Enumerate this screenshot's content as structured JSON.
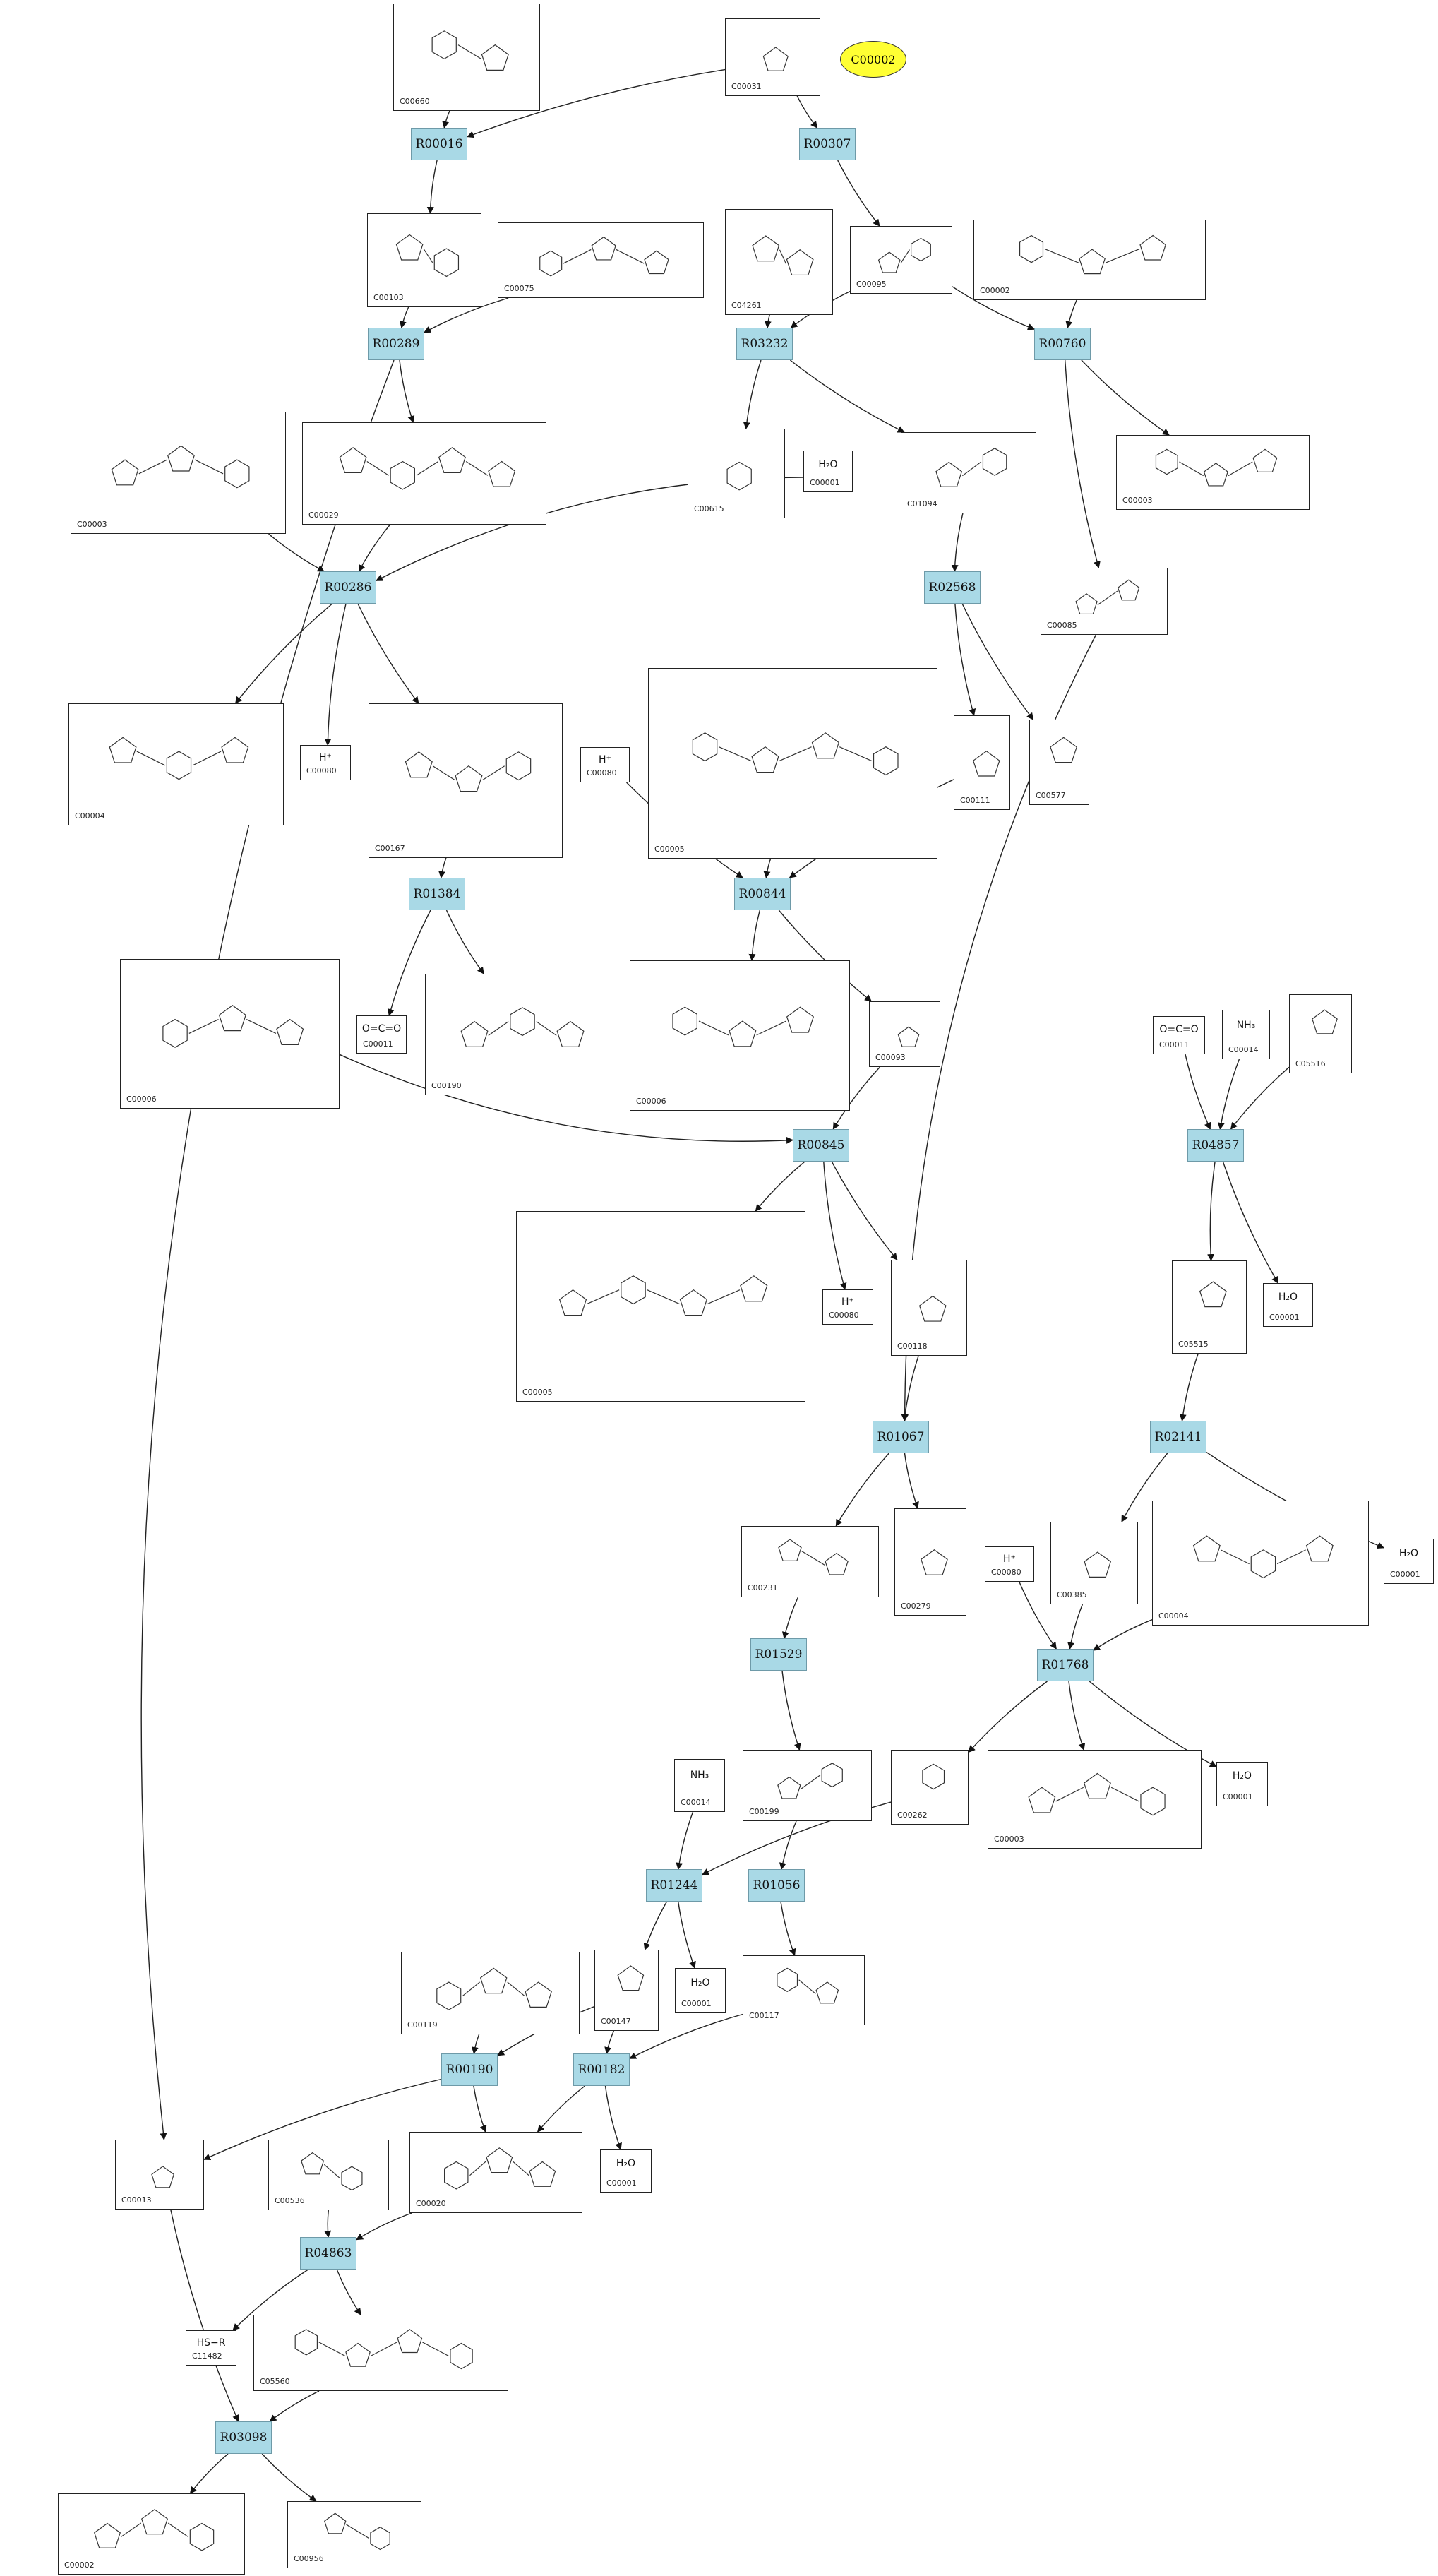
{
  "highlight": {
    "id": "C00002"
  },
  "reactions": [
    {
      "id": "R00016"
    },
    {
      "id": "R00307"
    },
    {
      "id": "R00289"
    },
    {
      "id": "R03232"
    },
    {
      "id": "R00760"
    },
    {
      "id": "R00286"
    },
    {
      "id": "R02568"
    },
    {
      "id": "R01384"
    },
    {
      "id": "R00844"
    },
    {
      "id": "R00845"
    },
    {
      "id": "R04857"
    },
    {
      "id": "R01067"
    },
    {
      "id": "R02141"
    },
    {
      "id": "R01529"
    },
    {
      "id": "R01768"
    },
    {
      "id": "R01244"
    },
    {
      "id": "R01056"
    },
    {
      "id": "R00190"
    },
    {
      "id": "R00182"
    },
    {
      "id": "R04863"
    },
    {
      "id": "R03098"
    }
  ],
  "compounds": [
    {
      "id": "C00660"
    },
    {
      "id": "C00031"
    },
    {
      "id": "C00103"
    },
    {
      "id": "C00075"
    },
    {
      "id": "C04261"
    },
    {
      "id": "C00095"
    },
    {
      "id": "C00002"
    },
    {
      "id": "C00003"
    },
    {
      "id": "C00029"
    },
    {
      "id": "C00615"
    },
    {
      "id": "C00001"
    },
    {
      "id": "C01094"
    },
    {
      "id": "C00003"
    },
    {
      "id": "C00085"
    },
    {
      "id": "C00004"
    },
    {
      "id": "C00080"
    },
    {
      "id": "C00167"
    },
    {
      "id": "C00080"
    },
    {
      "id": "C00005"
    },
    {
      "id": "C00111"
    },
    {
      "id": "C00577"
    },
    {
      "id": "C00006"
    },
    {
      "id": "C00011"
    },
    {
      "id": "C00190"
    },
    {
      "id": "C00006"
    },
    {
      "id": "C00093"
    },
    {
      "id": "C00011"
    },
    {
      "id": "C00014"
    },
    {
      "id": "C05516"
    },
    {
      "id": "C00005"
    },
    {
      "id": "C00080"
    },
    {
      "id": "C00118"
    },
    {
      "id": "C05515"
    },
    {
      "id": "C00001"
    },
    {
      "id": "C00231"
    },
    {
      "id": "C00279"
    },
    {
      "id": "C00080"
    },
    {
      "id": "C00385"
    },
    {
      "id": "C00004"
    },
    {
      "id": "C00001"
    },
    {
      "id": "C00014"
    },
    {
      "id": "C00199"
    },
    {
      "id": "C00262"
    },
    {
      "id": "C00003"
    },
    {
      "id": "C00001"
    },
    {
      "id": "C00119"
    },
    {
      "id": "C00147"
    },
    {
      "id": "C00001"
    },
    {
      "id": "C00117"
    },
    {
      "id": "C00013"
    },
    {
      "id": "C00536"
    },
    {
      "id": "C00020"
    },
    {
      "id": "C00001"
    },
    {
      "id": "C11482"
    },
    {
      "id": "C05560"
    },
    {
      "id": "C00002"
    },
    {
      "id": "C00956"
    }
  ],
  "formula_text": {
    "water": "H₂O",
    "proton": "H⁺",
    "ammonia": "NH₃",
    "co2": "O=C=O",
    "thiol": "HS−R"
  }
}
